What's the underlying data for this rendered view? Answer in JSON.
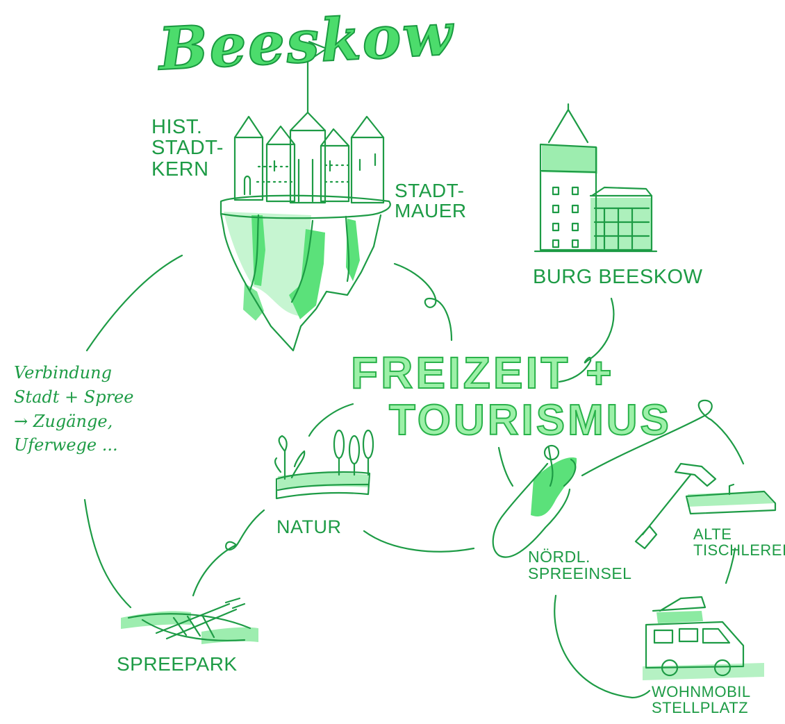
{
  "title": "Beeskow",
  "center": {
    "line1": "FREIZEIT +",
    "line2": "TOURISMUS"
  },
  "labels": {
    "hist_stadtkern": "HIST.\nSTADT-\nKERN",
    "stadtmauer": "STADT-\nMAUER",
    "burg_beeskow": "BURG BEESKOW",
    "natur": "NATUR",
    "spreepark": "SPREEPARK",
    "noerdl_spreeinsel": "NÖRDL.\nSPREEINSEL",
    "alte_tischlerei": "ALTE\nTISCHLEREI",
    "wohnmobil_stellplatz": "WOHNMOBIL\nSTELLPLATZ",
    "verbindung": "Verbindung\nStadt + Spree\n→ Zugänge,\nUferwege ..."
  },
  "colors": {
    "ink": "#1d9b45",
    "highlight": "#5be17a",
    "pale": "#a7f0b4",
    "background": "#ffffff"
  },
  "icons": {
    "castle": "floating-castle-icon",
    "tower": "burg-tower-icon",
    "plants": "nature-plants-icon",
    "boat": "rowboat-icon",
    "island": "island-pin-icon",
    "hammer": "hammer-icon",
    "camper": "camper-van-icon"
  }
}
